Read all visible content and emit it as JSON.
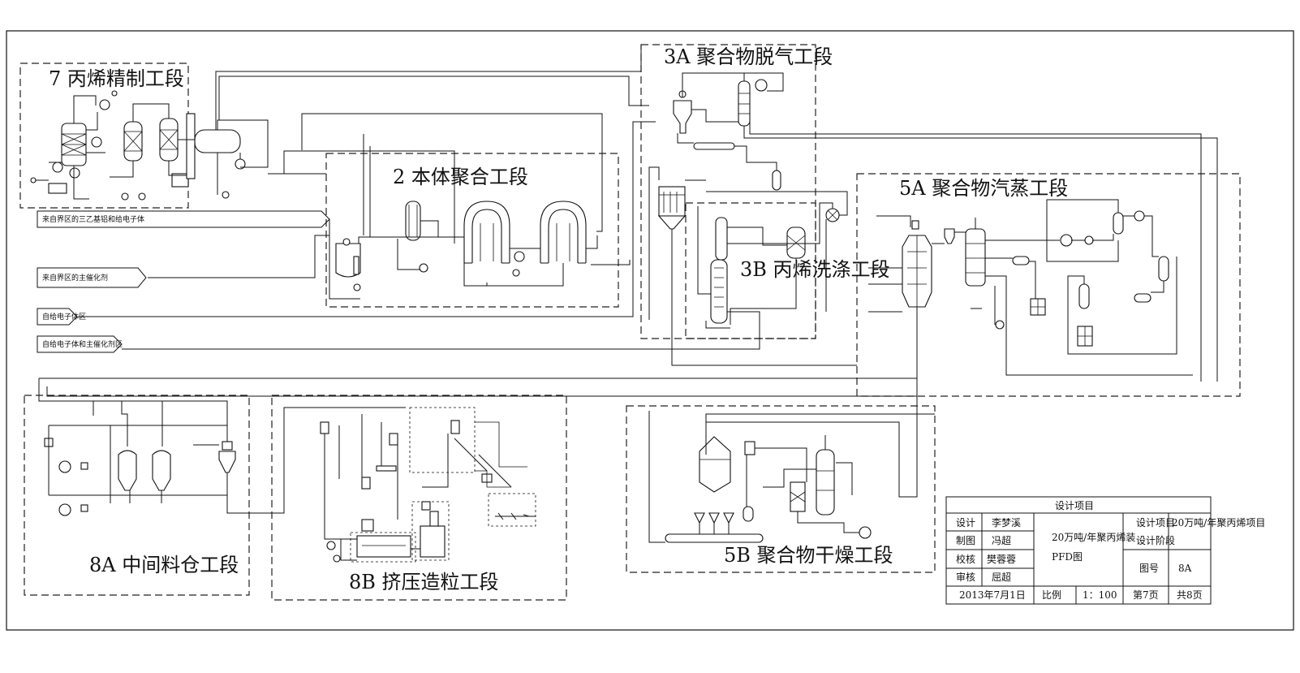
{
  "sections": {
    "s7": "7 丙烯精制工段",
    "s3a": "3A 聚合物脱气工段",
    "s2": "2 本体聚合工段",
    "s5a": "5A 聚合物汽蒸工段",
    "s3b": "3B 丙烯洗涤工段",
    "s8a": "8A 中间料仓工段",
    "s8b": "8B 挤压造粒工段",
    "s5b": "5B 聚合物干燥工段"
  },
  "feeds": {
    "f1": "来自界区的三乙基铝和给电子体",
    "f2": "来自界区的主催化剂",
    "f3": "自给电子体区",
    "f4": "自给电子体和主催化剂区"
  },
  "title_block": {
    "header": "设计项目",
    "design_label": "设计",
    "design_name": "李梦溪",
    "draw_label": "制图",
    "draw_name": "冯超",
    "check_label": "校核",
    "check_name": "樊蓉蓉",
    "review_label": "审核",
    "review_name": "屈超",
    "drawing_title": "20万吨/年聚丙烯装",
    "drawing_type": "PFD图",
    "project_label": "设计项目",
    "project_value": "20万吨/年聚丙烯项目",
    "stage_label": "设计阶段",
    "stage_value": "",
    "figno_label": "图号",
    "figno_value": "8A",
    "date": "2013年7月1日",
    "scale_label": "比例",
    "scale_value": "1：100",
    "page": "第7页",
    "total": "共8页"
  },
  "colors": {
    "line": "#111111",
    "background": "#ffffff"
  }
}
